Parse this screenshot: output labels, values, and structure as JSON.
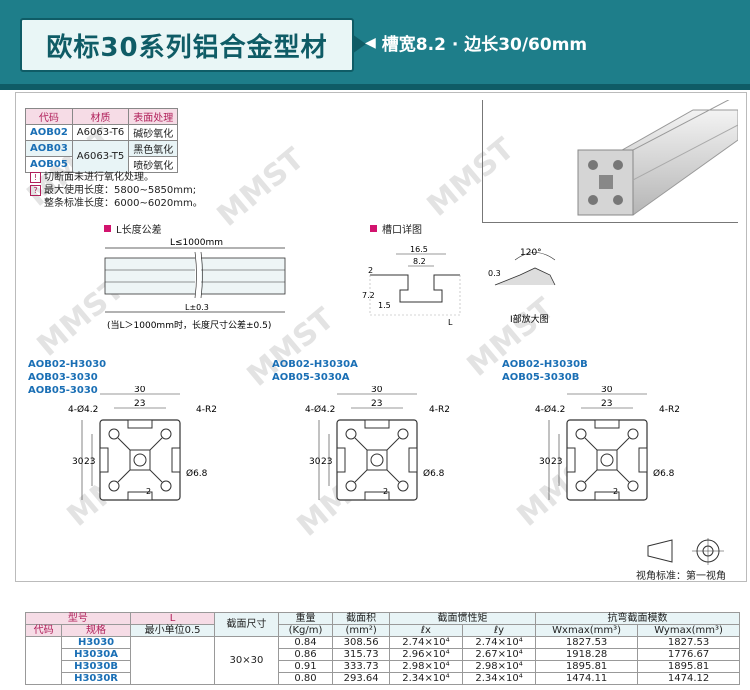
{
  "header": {
    "title": "欧标30系列铝合金型材",
    "subtitle": "槽宽8.2 · 边长30/60mm"
  },
  "watermark": "MMST",
  "material_table": {
    "headers": [
      "代码",
      "材质",
      "表面处理"
    ],
    "rows": [
      {
        "code": "AOB02",
        "material": "A6063-T6",
        "finish": "碱砂氧化"
      },
      {
        "code": "AOB03",
        "material": "A6063-T5",
        "finish": "黑色氧化"
      },
      {
        "code": "AOB05",
        "material": "",
        "finish": "喷砂氧化"
      }
    ]
  },
  "notes": [
    "切断面未进行氧化处理。",
    "最大使用长度：5800~5850mm;",
    "整条标准长度：6000~6020mm。"
  ],
  "sections": {
    "length_tolerance": "L长度公差",
    "slot_detail": "槽口详图"
  },
  "length_drawing": {
    "top_label": "L≤1000mm",
    "bottom_label": "L±0.3",
    "note": "(当L＞1000mm时，长度尺寸公差±0.5)"
  },
  "slot_drawing": {
    "dims": [
      "16.5",
      "8.2",
      "2",
      "7.2",
      "1.5",
      "L"
    ],
    "angle": "120°",
    "depth": "0.3",
    "caption": "I部放大图"
  },
  "profiles": [
    {
      "codes": [
        "AOB02-H3030",
        "AOB03-3030",
        "AOB05-3030"
      ],
      "variant": "a"
    },
    {
      "codes": [
        "AOB02-H3030A",
        "AOB05-3030A"
      ],
      "variant": "b"
    },
    {
      "codes": [
        "AOB02-H3030B",
        "AOB05-3030B"
      ],
      "variant": "c"
    }
  ],
  "profile_dims": {
    "width": "30",
    "inner": "23",
    "holes": "4-Ø4.2",
    "radius": "4-R2",
    "center": "Ø6.8",
    "height": "30",
    "inner_h": "23",
    "small": "2"
  },
  "view_label": "视角标准：第一视角",
  "spec_table": {
    "group_headers": [
      "型号",
      "L",
      "截面尺寸",
      "重量",
      "截面积",
      "截面惯性矩",
      "抗弯截面模数"
    ],
    "sub_headers": [
      "代码",
      "规格",
      "最小单位0.5",
      "(Kg/m)",
      "(mm²)",
      "ℓx",
      "ℓy",
      "Wxmax(mm³)",
      "Wymax(mm³)"
    ],
    "size": "30×30",
    "rows": [
      {
        "spec": "H3030",
        "weight": "0.84",
        "area": "308.56",
        "ix": "2.74×10⁴",
        "iy": "2.74×10⁴",
        "wx": "1827.53",
        "wy": "1827.53"
      },
      {
        "spec": "H3030A",
        "weight": "0.86",
        "area": "315.73",
        "ix": "2.96×10⁴",
        "iy": "2.67×10⁴",
        "wx": "1918.28",
        "wy": "1776.67"
      },
      {
        "spec": "H3030B",
        "weight": "0.91",
        "area": "333.73",
        "ix": "2.98×10⁴",
        "iy": "2.98×10⁴",
        "wx": "1895.81",
        "wy": "1895.81"
      },
      {
        "spec": "H3030R",
        "weight": "0.80",
        "area": "293.64",
        "ix": "2.34×10⁴",
        "iy": "2.34×10⁴",
        "wx": "1474.11",
        "wy": "1474.12"
      }
    ]
  }
}
